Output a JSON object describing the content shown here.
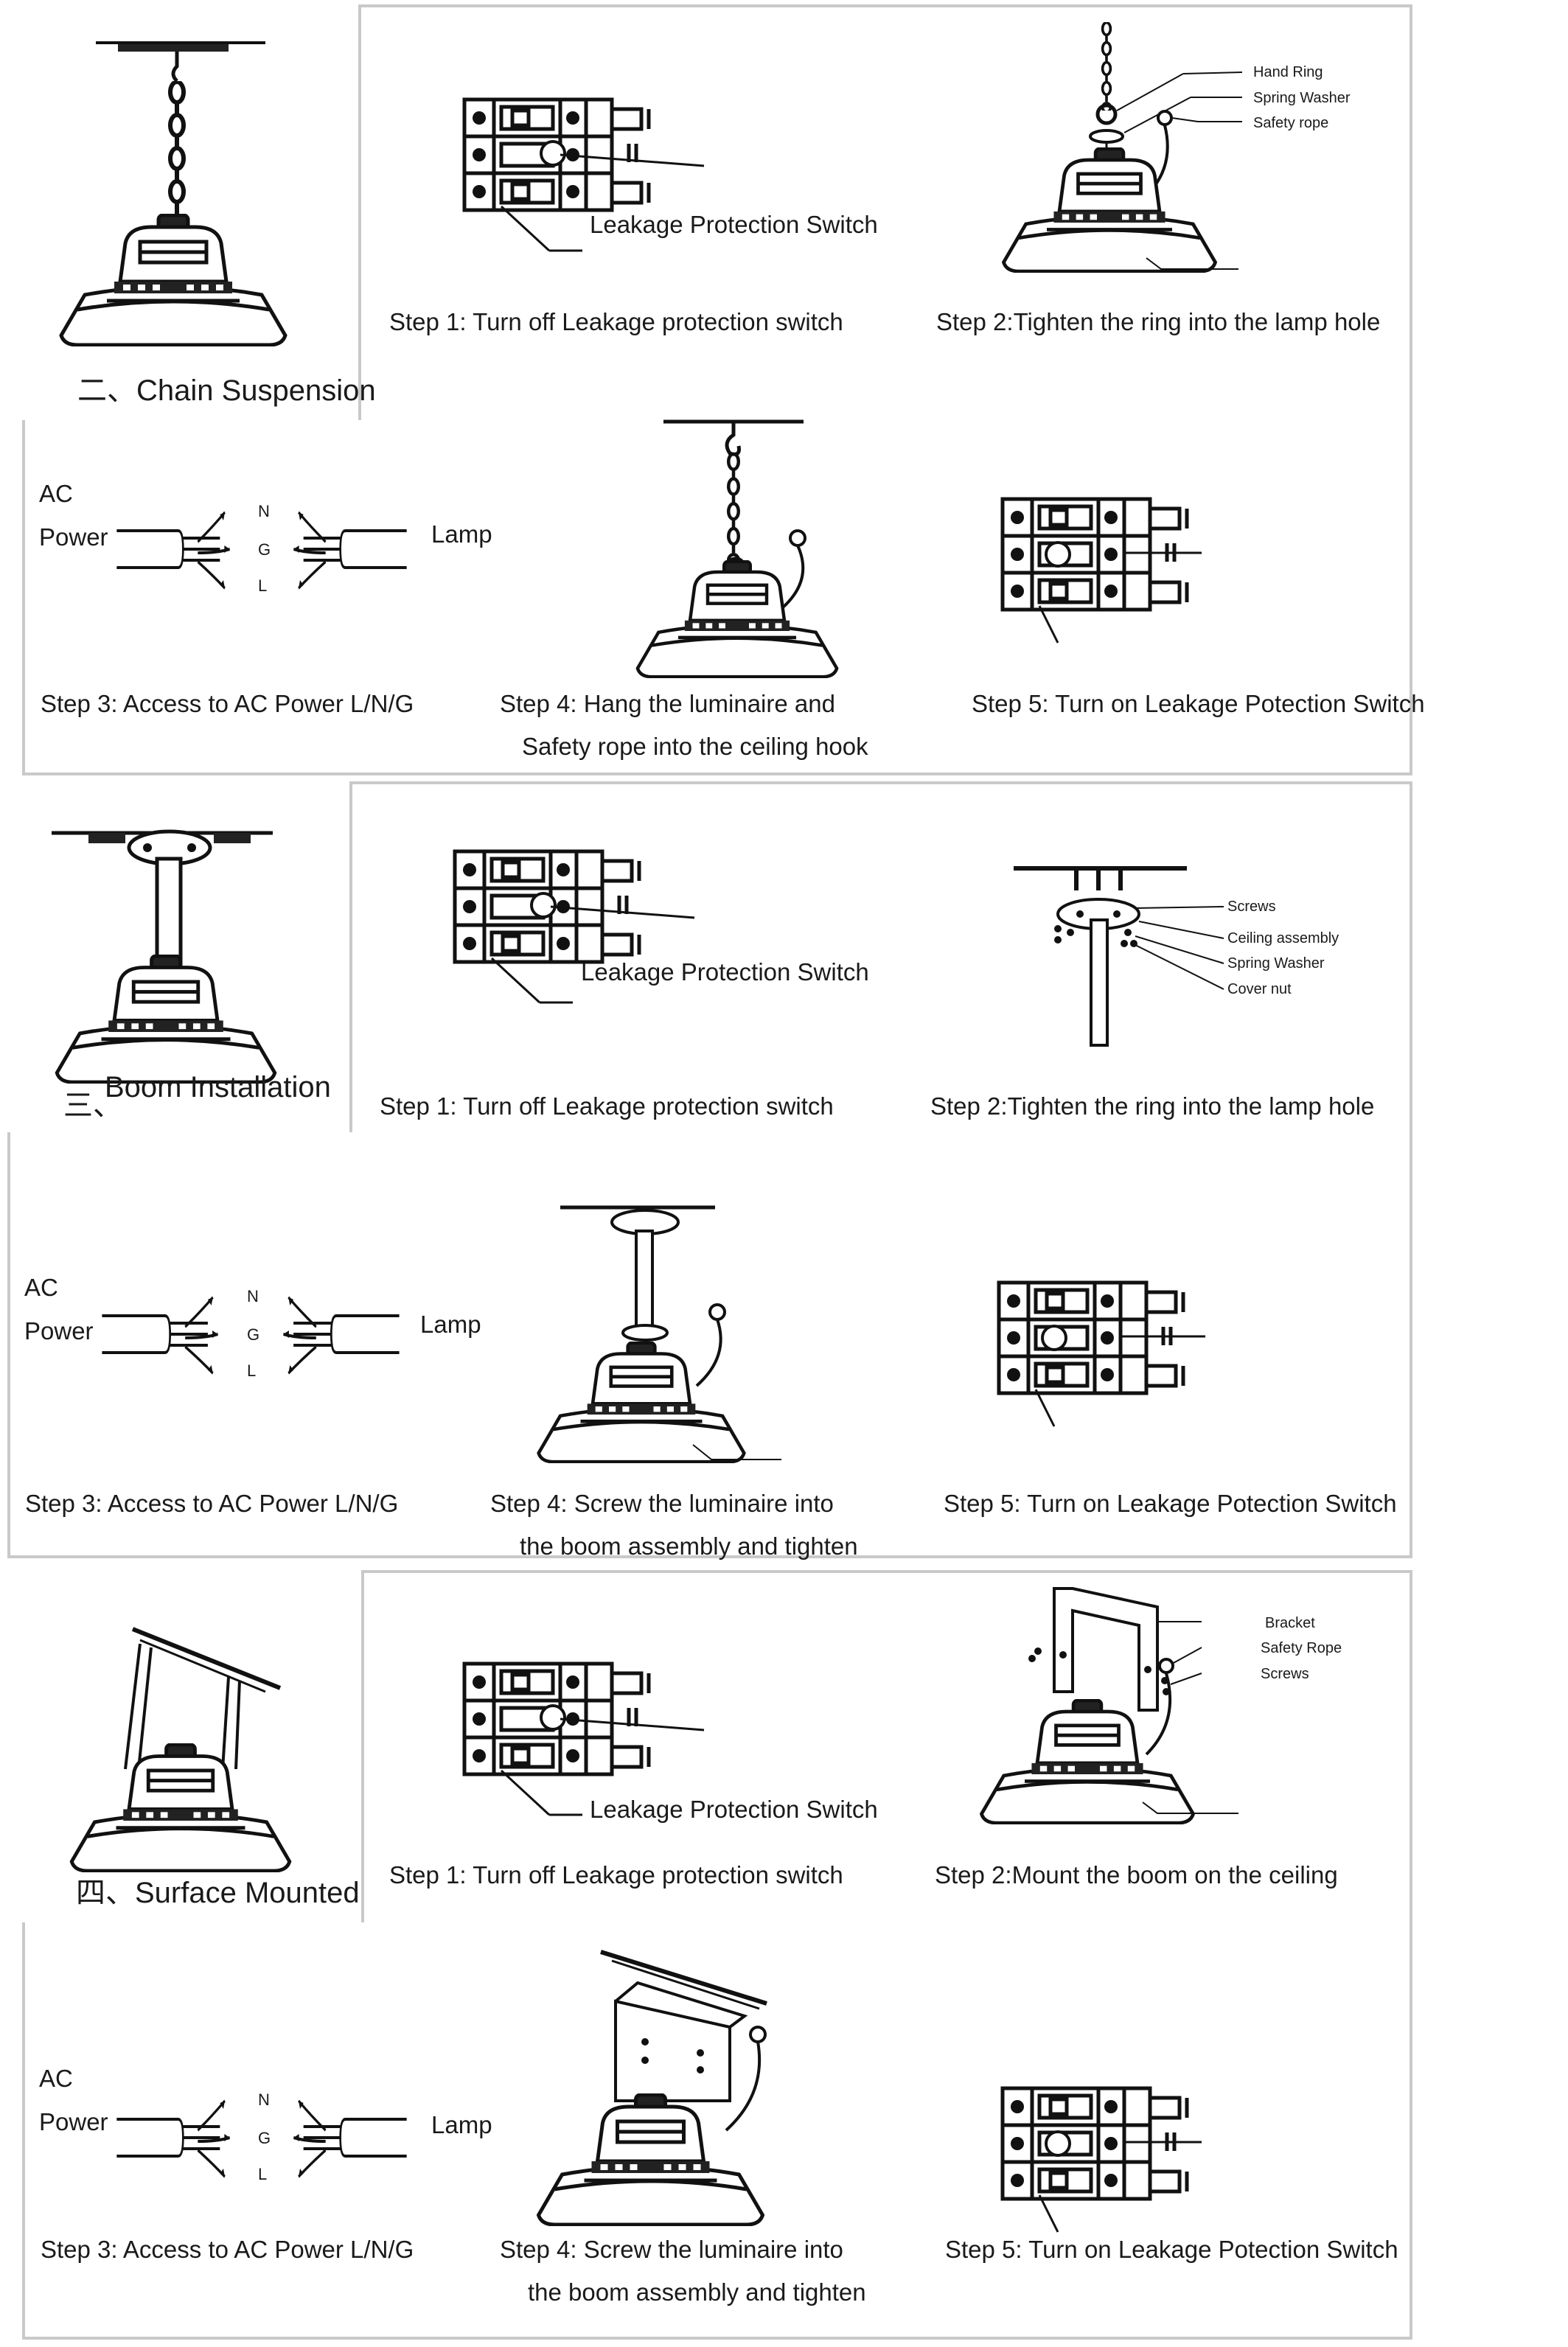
{
  "sections": [
    {
      "heading": "二、Chain Suspension",
      "step1": {
        "label": "Step 1: Turn off Leakage protection switch",
        "switch_label": "Leakage Protection Switch"
      },
      "step2": {
        "label": "Step 2:Tighten the ring into the lamp hole",
        "callouts": [
          "Hand Ring",
          "Spring Washer",
          "Safety rope"
        ]
      },
      "step3": {
        "label": "Step 3: Access to AC Power L/N/G",
        "ac": "AC",
        "power": "Power",
        "lamp": "Lamp",
        "wires": [
          "N",
          "G",
          "L"
        ]
      },
      "step4": {
        "label_line1": "Step 4: Hang the luminaire and",
        "label_line2": "Safety rope into the ceiling hook"
      },
      "step5": {
        "label": "Step 5: Turn on Leakage Potection Switch"
      }
    },
    {
      "heading_num": "三、",
      "heading": "Boom Installation",
      "step1": {
        "label": "Step 1: Turn off Leakage protection switch",
        "switch_label": "Leakage Protection Switch"
      },
      "step2": {
        "label": "Step 2:Tighten the ring into the lamp hole",
        "callouts": [
          "Screws",
          "Ceiling assembly",
          "Spring Washer",
          "Cover nut"
        ]
      },
      "step3": {
        "label": "Step 3: Access to AC Power L/N/G",
        "ac": "AC",
        "power": "Power",
        "lamp": "Lamp",
        "wires": [
          "N",
          "G",
          "L"
        ]
      },
      "step4": {
        "label_line1": "Step 4: Screw the luminaire into",
        "label_line2": "the boom assembly and tighten"
      },
      "step5": {
        "label": "Step 5: Turn on Leakage Potection Switch"
      }
    },
    {
      "heading": "四、Surface Mounted",
      "step1": {
        "label": "Step 1: Turn off Leakage protection switch",
        "switch_label": "Leakage Protection Switch"
      },
      "step2": {
        "label": "Step 2:Mount the boom on the ceiling",
        "callouts": [
          "Bracket",
          "Safety Rope",
          "Screws"
        ]
      },
      "step3": {
        "label": "Step 3: Access to AC Power L/N/G",
        "ac": "AC",
        "power": "Power",
        "lamp": "Lamp",
        "wires": [
          "N",
          "G",
          "L"
        ]
      },
      "step4": {
        "label_line1": "Step 4: Screw the luminaire into",
        "label_line2": "the boom assembly and tighten"
      },
      "step5": {
        "label": "Step 5: Turn on Leakage Potection Switch"
      }
    }
  ]
}
